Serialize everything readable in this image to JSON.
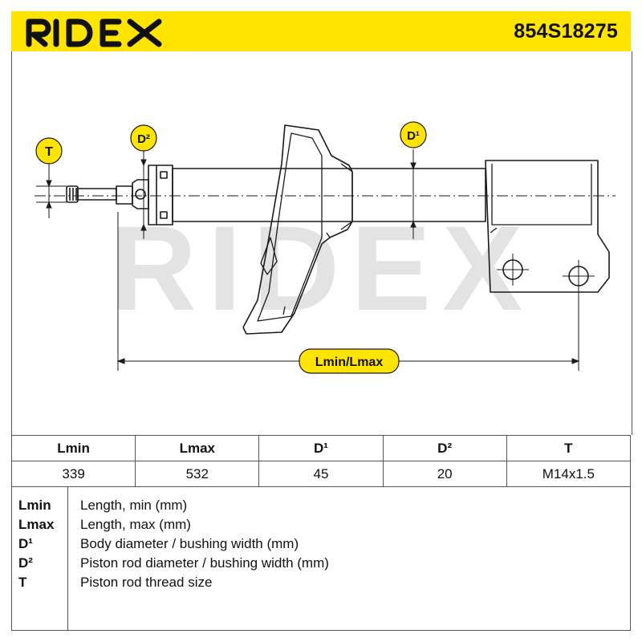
{
  "header": {
    "brand_logo_text": "RIDEX",
    "part_number": "854S18275"
  },
  "colors": {
    "brand_yellow": "#ffe400",
    "line": "#1a1a1a",
    "watermark": "#e3e3e3"
  },
  "diagram": {
    "watermark_text": "RIDEX",
    "labels": {
      "t": "T",
      "d2": "D²",
      "d1": "D¹",
      "length": "Lmin/Lmax"
    }
  },
  "spec_table": {
    "headers": [
      "Lmin",
      "Lmax",
      "D¹",
      "D²",
      "T"
    ],
    "values": [
      "339",
      "532",
      "45",
      "20",
      "M14x1.5"
    ]
  },
  "legend": [
    {
      "abbr": "Lmin",
      "desc": "Length, min (mm)"
    },
    {
      "abbr": "Lmax",
      "desc": "Length, max (mm)"
    },
    {
      "abbr": "D¹",
      "desc": "Body diameter / bushing width (mm)"
    },
    {
      "abbr": "D²",
      "desc": "Piston rod diameter / bushing width (mm)"
    },
    {
      "abbr": "T",
      "desc": "Piston rod thread size"
    }
  ]
}
